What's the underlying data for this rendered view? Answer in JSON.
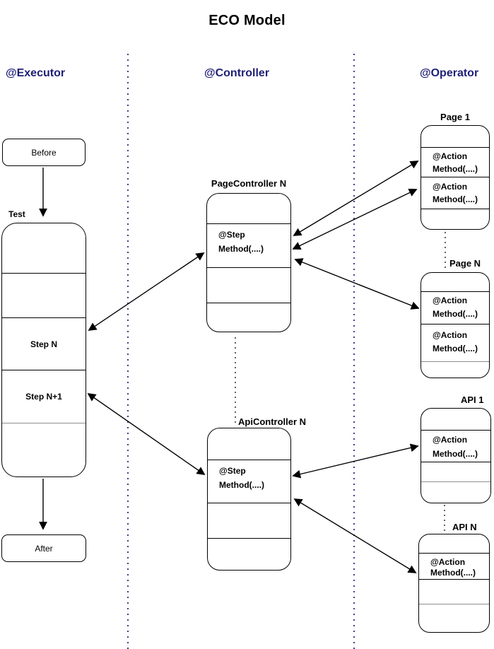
{
  "title": "ECO Model",
  "columns": {
    "executor": "@Executor",
    "controller": "@Controller",
    "operator": "@Operator"
  },
  "executor": {
    "before_label": "Before",
    "test_label": "Test",
    "step_n": "Step N",
    "step_n_plus_1": "Step N+1",
    "after_label": "After"
  },
  "controller": {
    "page_controller": {
      "title": "PageController N",
      "line1": "@Step",
      "line2": "Method(....)"
    },
    "api_controller": {
      "title": "ApiController N",
      "line1": "@Step",
      "line2": "Method(....)"
    }
  },
  "operator": {
    "page1": {
      "title": "Page 1",
      "action1_line1": "@Action",
      "action1_line2": "Method(....)",
      "action2_line1": "@Action",
      "action2_line2": "Method(....)"
    },
    "pageN": {
      "title": "Page N",
      "action1_line1": "@Action",
      "action1_line2": "Method(....)",
      "action2_line1": "@Action",
      "action2_line2": "Method(....)"
    },
    "api1": {
      "title": "API 1",
      "action1_line1": "@Action",
      "action1_line2": "Method(....)"
    },
    "apiN": {
      "title": "API N",
      "action1_line1": "@Action",
      "action1_line2": "Method(....)"
    }
  },
  "colors": {
    "header_navy": "#1e1e78",
    "separator_navy": "#40408c",
    "line_black": "#000000",
    "divider_gray": "#8f8f8f"
  }
}
